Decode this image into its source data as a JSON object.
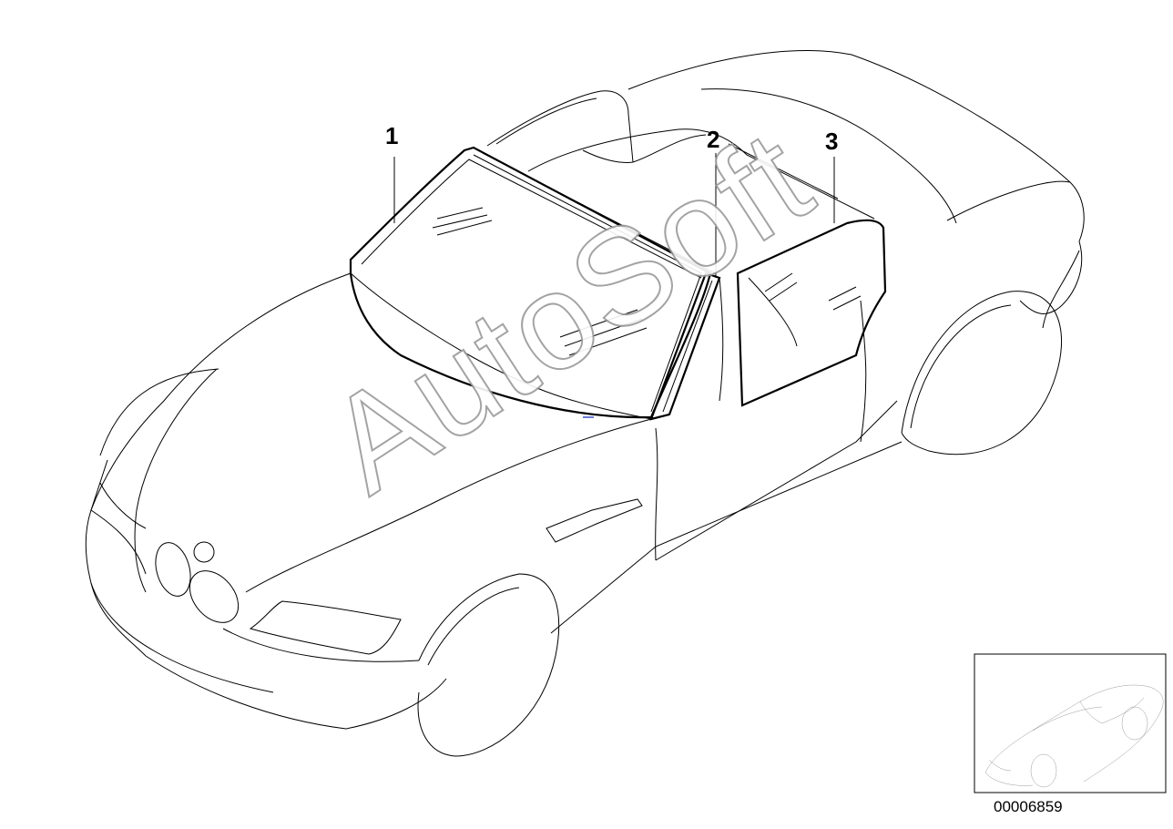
{
  "callouts": {
    "part1": "1",
    "part2": "2",
    "part3": "3"
  },
  "watermark": "AutoSoft",
  "diagram_code": "00006859",
  "colors": {
    "line": "#000000",
    "watermark_outline": "#9a9a9a",
    "background": "#ffffff"
  }
}
